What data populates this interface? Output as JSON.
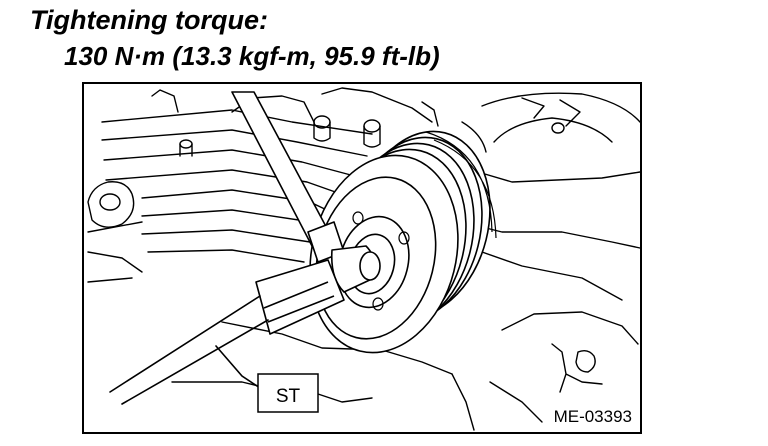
{
  "heading": {
    "title": "Tightening torque:",
    "spec": "130 N·m (13.3 kgf-m, 95.9 ft-lb)"
  },
  "figure": {
    "tool_label": "ST",
    "figure_id": "ME-03393"
  }
}
